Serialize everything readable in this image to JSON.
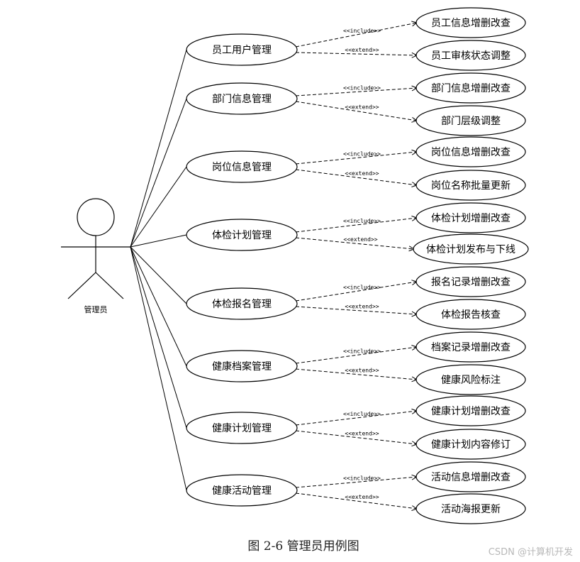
{
  "actor": {
    "label": "管理员"
  },
  "use_cases": [
    {
      "label": "员工用户管理",
      "include": {
        "stereotype": "<<include>>",
        "target": "员工信息增删改查"
      },
      "extend": {
        "stereotype": "<<extend>>",
        "target": "员工审核状态调整"
      }
    },
    {
      "label": "部门信息管理",
      "include": {
        "stereotype": "<<include>>",
        "target": "部门信息增删改查"
      },
      "extend": {
        "stereotype": "<<extend>>",
        "target": "部门层级调整"
      }
    },
    {
      "label": "岗位信息管理",
      "include": {
        "stereotype": "<<include>>",
        "target": "岗位信息增删改查"
      },
      "extend": {
        "stereotype": "<<extend>>",
        "target": "岗位名称批量更新"
      }
    },
    {
      "label": "体检计划管理",
      "include": {
        "stereotype": "<<include>>",
        "target": "体检计划增删改查"
      },
      "extend": {
        "stereotype": "<<extend>>",
        "target": "体检计划发布与下线"
      }
    },
    {
      "label": "体检报名管理",
      "include": {
        "stereotype": "<<include>>",
        "target": "报名记录增删改查"
      },
      "extend": {
        "stereotype": "<<extend>>",
        "target": "体检报告核查"
      }
    },
    {
      "label": "健康档案管理",
      "include": {
        "stereotype": "<<include>>",
        "target": "档案记录增删改查"
      },
      "extend": {
        "stereotype": "<<extend>>",
        "target": "健康风险标注"
      }
    },
    {
      "label": "健康计划管理",
      "include": {
        "stereotype": "<<include>>",
        "target": "健康计划增删改查"
      },
      "extend": {
        "stereotype": "<<extend>>",
        "target": "健康计划内容修订"
      }
    },
    {
      "label": "健康活动管理",
      "include": {
        "stereotype": "<<include>>",
        "target": "活动信息增删改查"
      },
      "extend": {
        "stereotype": "<<extend>>",
        "target": "活动海报更新"
      }
    }
  ],
  "caption": "图 2-6  管理员用例图",
  "watermark": "CSDN @计算机开发"
}
